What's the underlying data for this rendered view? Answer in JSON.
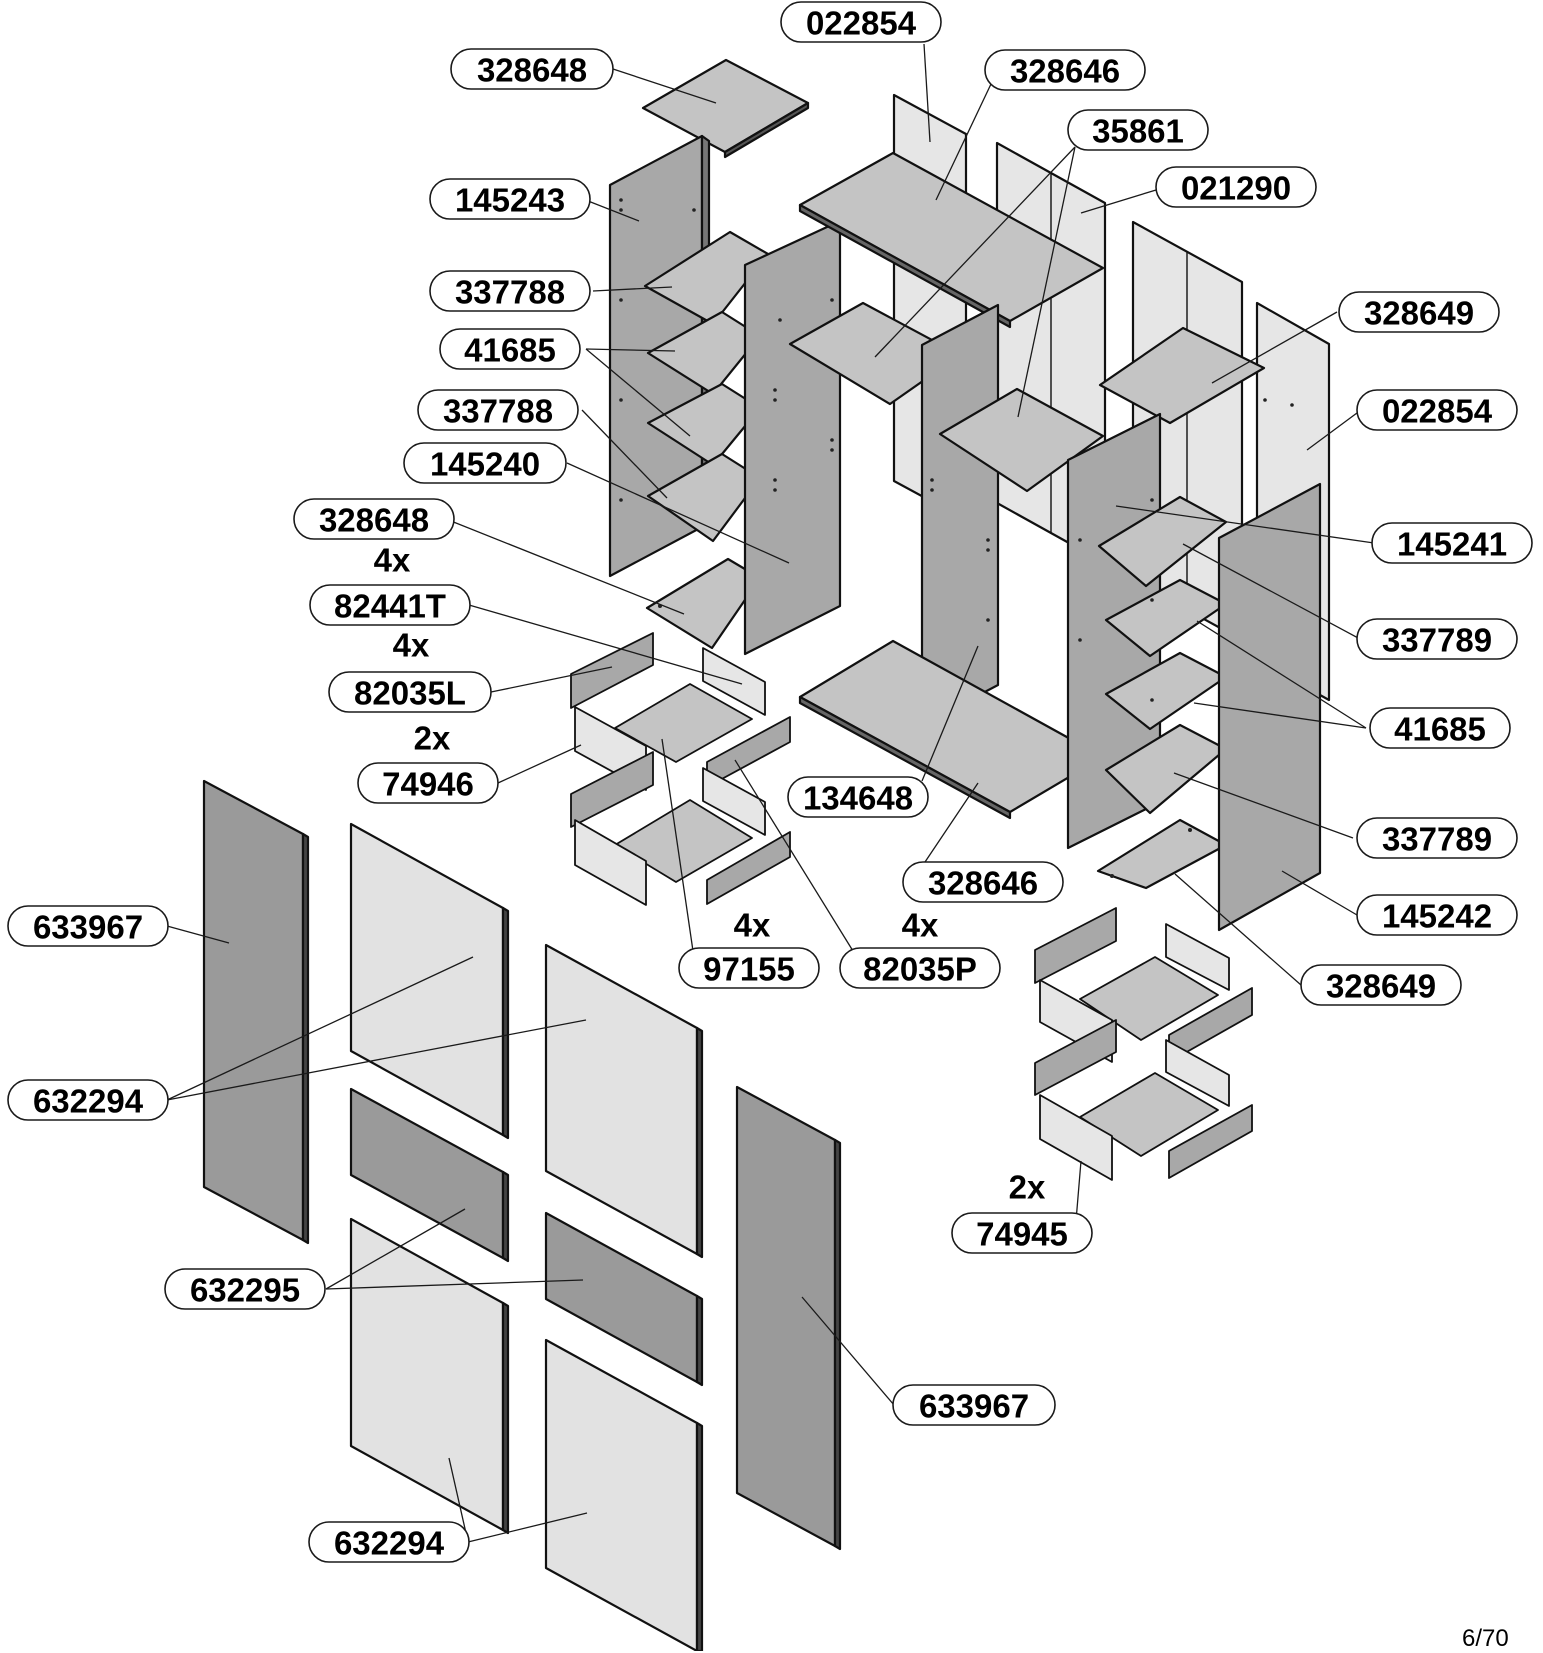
{
  "colors": {
    "panel_dark": "#a8a8a8",
    "panel_mid": "#c4c4c4",
    "panel_light": "#e6e6e6",
    "door_dark": "#9a9a9a",
    "door_light": "#e2e2e2",
    "outline": "#111111"
  },
  "labels": [
    {
      "id": "022854"
    },
    {
      "id": "328648"
    },
    {
      "id": "328646"
    },
    {
      "id": "35861"
    },
    {
      "id": "145243"
    },
    {
      "id": "021290"
    },
    {
      "id": "337788"
    },
    {
      "id": "41685"
    },
    {
      "id": "328649"
    },
    {
      "id": "337788"
    },
    {
      "id": "022854"
    },
    {
      "id": "145240"
    },
    {
      "id": "328648"
    },
    {
      "id": "145241"
    },
    {
      "id": "82441T"
    },
    {
      "id": "337789"
    },
    {
      "id": "82035L"
    },
    {
      "id": "41685"
    },
    {
      "id": "74946"
    },
    {
      "id": "134648"
    },
    {
      "id": "337789"
    },
    {
      "id": "328646"
    },
    {
      "id": "145242"
    },
    {
      "id": "633967"
    },
    {
      "id": "97155"
    },
    {
      "id": "82035P"
    },
    {
      "id": "328649"
    },
    {
      "id": "632294"
    },
    {
      "id": "74945"
    },
    {
      "id": "632295"
    },
    {
      "id": "633967"
    },
    {
      "id": "632294"
    }
  ],
  "quantities": [
    "4x",
    "4x",
    "2x",
    "4x",
    "4x",
    "2x"
  ],
  "page_number": "6/70"
}
